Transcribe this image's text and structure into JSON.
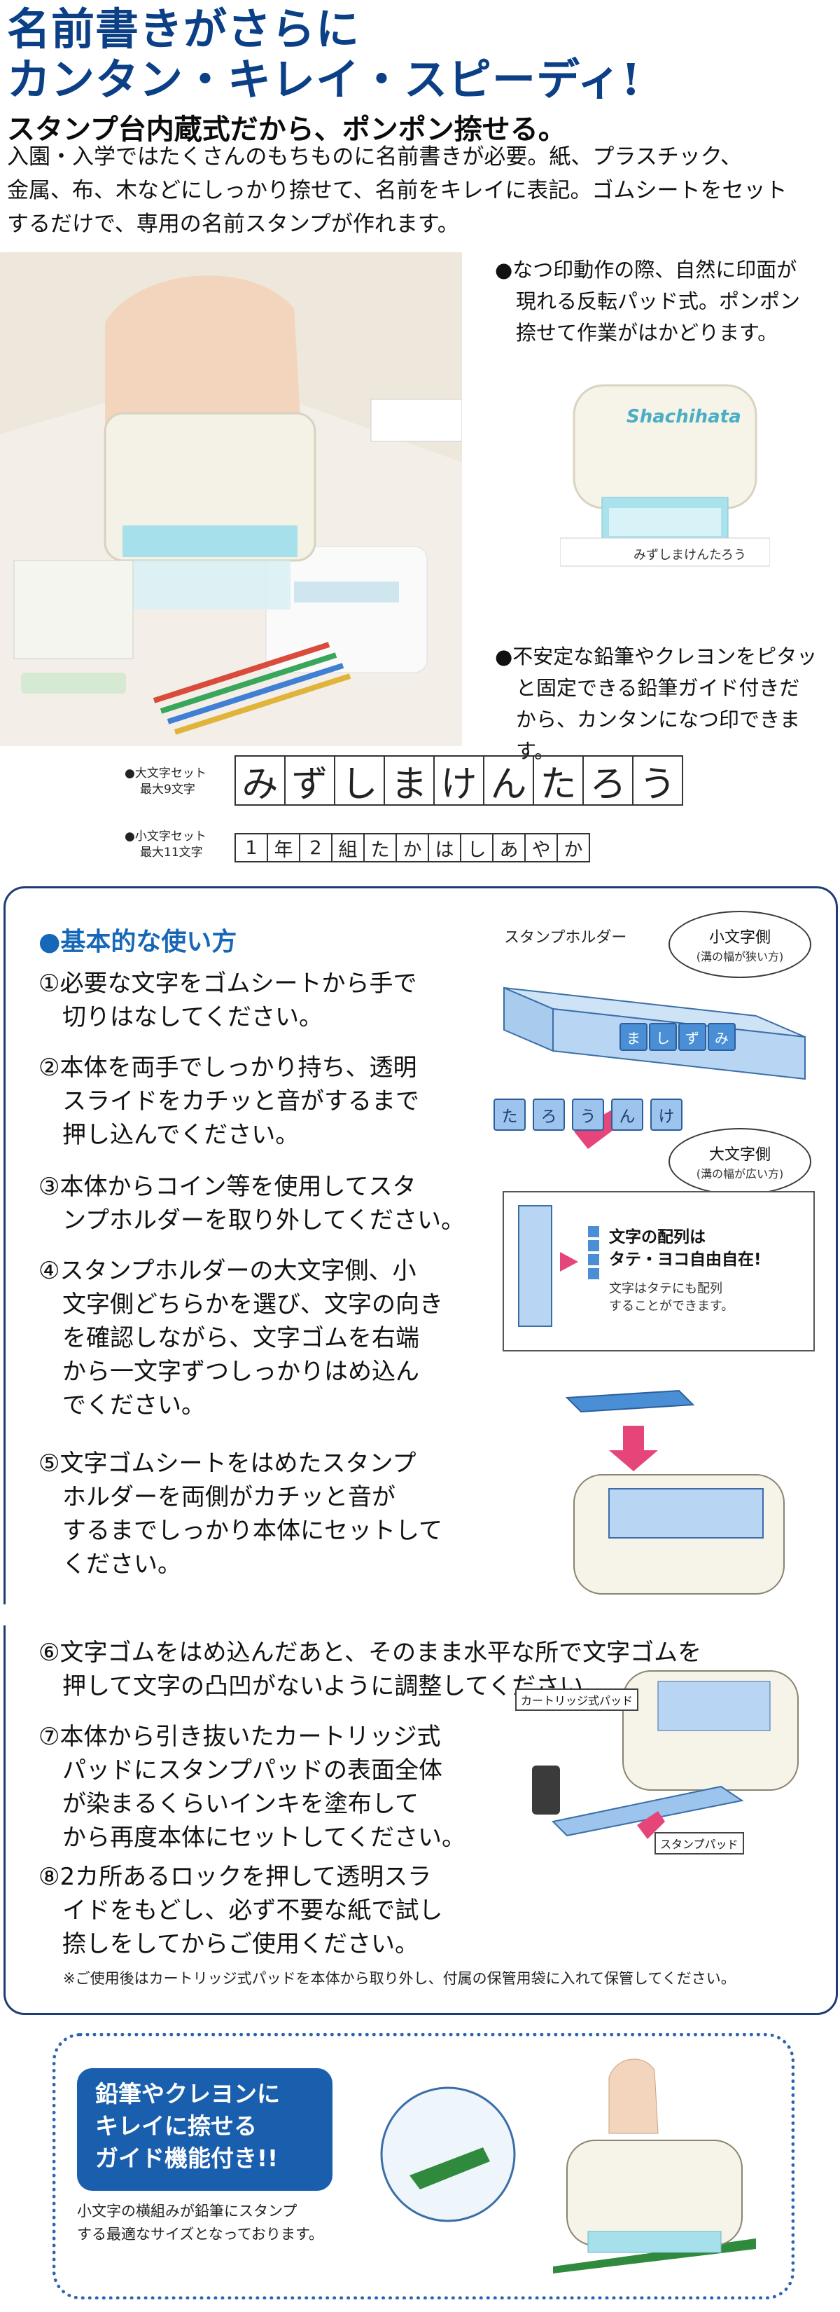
{
  "title": {
    "line1": "名前書きがさらに",
    "line2": "カンタン・キレイ・スピーディ!"
  },
  "subtitle": "スタンプ台内蔵式だから、ポンポン捺せる。",
  "intro": [
    "入園・入学ではたくさんのもちものに名前書きが必要。紙、プラスチック、",
    "金属、布、木などにしっかり捺せて、名前をキレイに表記。ゴムシートをセット",
    "するだけで、専用の名前スタンプが作れます。"
  ],
  "feature1": [
    "●なつ印動作の際、自然に印面が",
    "現れる反転パッド式。ポンポン",
    "捺せて作業がはかどります。"
  ],
  "feature2": [
    "●不安定な鉛筆やクレヨンをピタッ",
    "と固定できる鉛筆ガイド付きだ",
    "から、カンタンになつ印できます。"
  ],
  "product": {
    "brand": "Shachihata",
    "sample_text": "みずしまけんたろう"
  },
  "large_set": {
    "label": "●大文字セット",
    "max": "最大9文字",
    "chars": [
      "み",
      "ず",
      "し",
      "ま",
      "け",
      "ん",
      "た",
      "ろ",
      "う"
    ]
  },
  "small_set": {
    "label": "●小文字セット",
    "max": "最大11文字",
    "chars": [
      "1",
      "年",
      "2",
      "組",
      "た",
      "か",
      "は",
      "し",
      "あ",
      "や",
      "か"
    ]
  },
  "usage": {
    "heading": "●基本的な使い方",
    "steps": [
      [
        "①必要な文字をゴムシートから手で",
        "　切りはなしてください。"
      ],
      [
        "②本体を両手でしっかり持ち、透明",
        "　スライドをカチッと音がするまで",
        "　押し込んでください。"
      ],
      [
        "③本体からコイン等を使用してスタ",
        "　ンプホルダーを取り外してください。"
      ],
      [
        "④スタンプホルダーの大文字側、小",
        "　文字側どちらかを選び、文字の向き",
        "　を確認しながら、文字ゴムを右端",
        "　から一文字ずつしっかりはめ込ん",
        "　でください。"
      ],
      [
        "⑤文字ゴムシートをはめたスタンプ",
        "　ホルダーを両側がカチッと音が",
        "　するまでしっかり本体にセットして",
        "　ください。"
      ],
      [
        "⑥文字ゴムをはめ込んだあと、そのまま水平な所で文字ゴムを",
        "　押して文字の凸凹がないように調整してください。"
      ],
      [
        "⑦本体から引き抜いたカートリッジ式",
        "　パッドにスタンプパッドの表面全体",
        "　が染まるくらいインキを塗布して",
        "　から再度本体にセットしてください。"
      ],
      [
        "⑧2カ所あるロックを押して透明スラ",
        "　イドをもどし、必ず不要な紙で試し",
        "　捺しをしてからご使用ください。"
      ]
    ],
    "footnote": "※ご使用後はカートリッジ式パッドを本体から取り外し、付属の保管用袋に入れて保管してください。"
  },
  "diagram": {
    "holder_label": "スタンプホルダー",
    "small_side": "小文字側",
    "small_side_note": "(溝の幅が狭い方)",
    "large_side": "大文字側",
    "large_side_note": "(溝の幅が広い方)",
    "holder_chars": [
      "ま",
      "し",
      "ず",
      "み"
    ],
    "loose_chars": [
      "た",
      "ろ",
      "う",
      "ん",
      "け"
    ],
    "arrange_title": [
      "文字の配列は",
      "タテ・ヨコ自由自在!"
    ],
    "arrange_note": [
      "文字はタテにも配列",
      "することができます。"
    ],
    "cartridge_label": "カートリッジ式パッド",
    "pad_label": "スタンプパッド"
  },
  "guide": {
    "title": [
      "鉛筆やクレヨンに",
      "キレイに捺せる",
      "ガイド機能付き!!"
    ],
    "note": [
      "小文字の横組みが鉛筆にスタンプ",
      "する最適なサイズとなっております。"
    ]
  },
  "colors": {
    "title": "#0b3f86",
    "accent": "#1667b8",
    "banner": "#1a5fae",
    "dotted": "#2c63b3"
  }
}
